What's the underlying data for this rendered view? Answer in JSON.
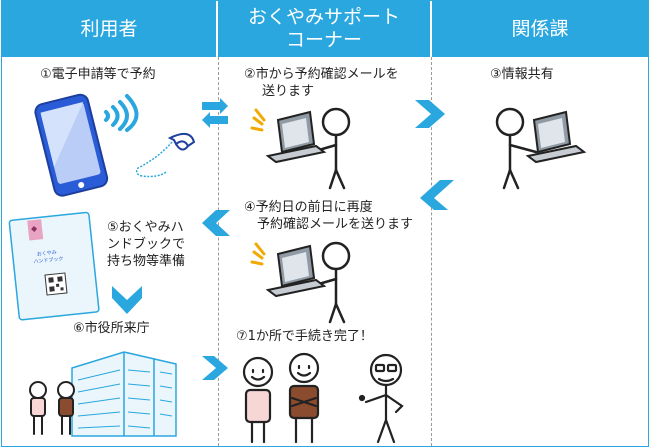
{
  "colors": {
    "accent": "#2aa7df",
    "phone": "#2a5cd8",
    "stroke": "#222222",
    "skin": "#ffffff",
    "shirt_pink": "#f7d6d6",
    "shirt_brown": "#8a4b2f",
    "wave": "#2aa7df",
    "spark": "#f2a900"
  },
  "header": {
    "col1": "利用者",
    "col2_line1": "おくやみサポート",
    "col2_line2": "コーナー",
    "col3": "関係課"
  },
  "steps": {
    "s1": "①電子申請等で予約",
    "s2_line1": "②市から予約確認メールを",
    "s2_line2": "送ります",
    "s3": "③情報共有",
    "s4_line1": "④予約日の前日に再度",
    "s4_line2": "予約確認メールを送ります",
    "s5_line1": "⑤おくやみハ",
    "s5_line2": "ンドブックで",
    "s5_line3": "持ち物等準備",
    "s6": "⑥市役所来庁",
    "s7": "⑦1か所で手続き完了！"
  },
  "icons": [
    "smartphone-icon",
    "wifi-waves-icon",
    "telephone-handset-icon",
    "exchange-arrows-icon",
    "laptop-person-icon",
    "handbook-icon",
    "city-hall-icon",
    "people-group-icon",
    "right-arrow-icon",
    "down-arrow-icon",
    "left-arrow-icon"
  ]
}
